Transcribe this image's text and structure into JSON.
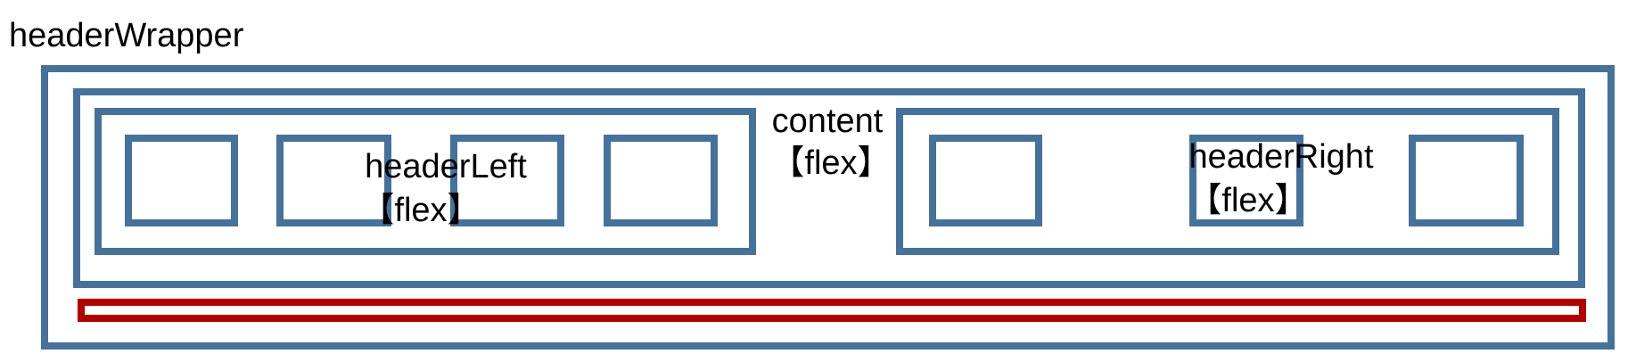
{
  "colors": {
    "box_stroke": "#44729c",
    "bar_stroke": "#b30000",
    "text": "#000000",
    "background": "#ffffff"
  },
  "labels": {
    "wrapper": "headerWrapper",
    "content_name": "content",
    "content_flex": "【flex】",
    "left_name": "headerLeft",
    "left_flex": "【flex】",
    "right_name": "headerRight",
    "right_flex": "【flex】"
  }
}
